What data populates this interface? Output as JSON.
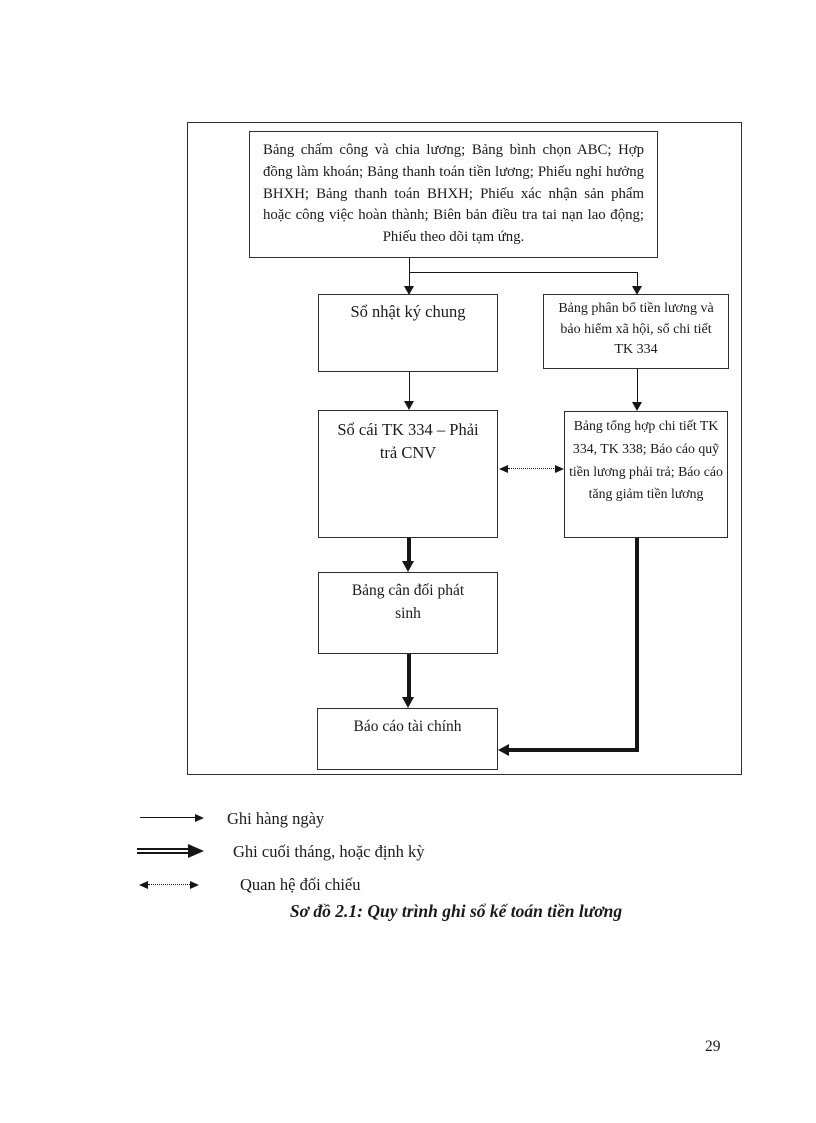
{
  "figure": {
    "nodes": {
      "source_docs": "Bảng chấm công và chia lương; Bảng bình chọn ABC; Hợp đồng làm khoán; Bảng thanh toán tiền lương; Phiếu nghỉ hưởng BHXH; Bảng thanh toán BHXH; Phiếu xác nhận sản phẩm hoặc công việc hoàn thành; Biên bản điều tra tai nạn lao động; Phiếu theo dõi tạm ứng.",
      "journal": "Sổ nhật ký chung",
      "allocation": "Bảng phân bổ tiền lương và bảo hiểm xã hội, sổ chi tiết TK 334",
      "ledger": "Sổ cái TK 334 – Phải trả CNV",
      "summary": "Bảng tổng hợp chi tiết TK 334, TK 338; Báo cáo quỹ tiền lương phải trả; Báo cáo tăng giảm tiền lương",
      "trial_balance": "Bảng cân đối phát sinh",
      "financial_report": "Báo cáo tài chính"
    },
    "legend": [
      {
        "arrow": "thin-solid-arrow",
        "label": "Ghi hàng ngày"
      },
      {
        "arrow": "thick-double-arrow",
        "label": "Ghi cuối tháng, hoặc định kỳ"
      },
      {
        "arrow": "dotted-double-arrow",
        "label": "Quan hệ đối chiếu"
      }
    ],
    "caption": "Sơ đồ 2.1: Quy trình ghi sổ kế toán tiền lương"
  },
  "page": {
    "number": "29"
  },
  "colors": {
    "ink": "#1a1a1a",
    "line": "#161616",
    "background": "#ffffff"
  }
}
